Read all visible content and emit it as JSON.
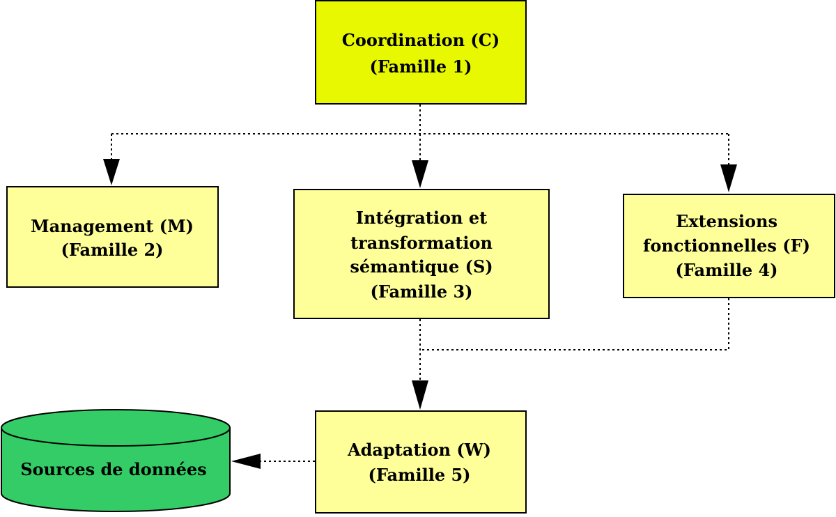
{
  "colors": {
    "coordination_fill": "#e8f800",
    "family_fill": "#ffff99",
    "database_fill": "#33cc66",
    "stroke": "#000000"
  },
  "boxes": {
    "coordination": {
      "line1": "Coordination (C)",
      "line2": "(Famille 1)"
    },
    "management": {
      "line1": "Management (M)",
      "line2": "(Famille 2)"
    },
    "integration": {
      "line1": "Intégration et",
      "line2": "transformation",
      "line3": "sémantique (S)",
      "line4": "(Famille 3)"
    },
    "extensions": {
      "line1": "Extensions",
      "line2": "fonctionnelles (F)",
      "line3": "(Famille 4)"
    },
    "adaptation": {
      "line1": "Adaptation (W)",
      "line2": "(Famille 5)"
    }
  },
  "database": {
    "label": "Sources de données"
  }
}
